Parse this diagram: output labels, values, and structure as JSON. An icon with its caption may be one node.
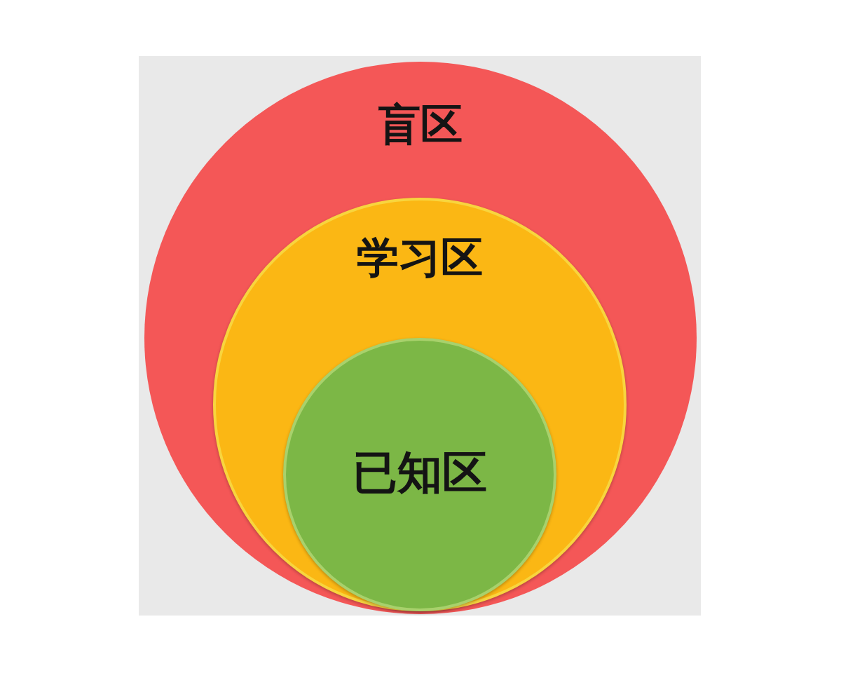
{
  "diagram": {
    "nodes": [
      {
        "text": [
          "盲区"
        ]
      },
      {
        "text": [
          "学习区"
        ],
        "in": 0
      },
      {
        "text": [
          "已知区"
        ],
        "in": 1
      }
    ]
  }
}
